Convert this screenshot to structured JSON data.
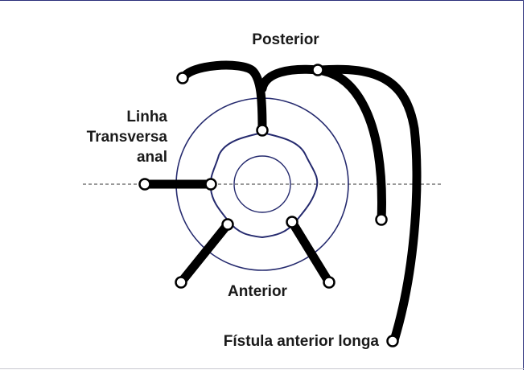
{
  "labels": {
    "posterior": "Posterior",
    "linha_1": "Linha",
    "linha_2": "Transversa",
    "linha_3": "anal",
    "anterior": "Anterior",
    "fistula": "Fístula anterior longa"
  },
  "colors": {
    "ring": "#252a6e",
    "tract": "#000000",
    "text": "#1a1a1a",
    "frame": "#2a2f7a",
    "background": "#ffffff"
  }
}
